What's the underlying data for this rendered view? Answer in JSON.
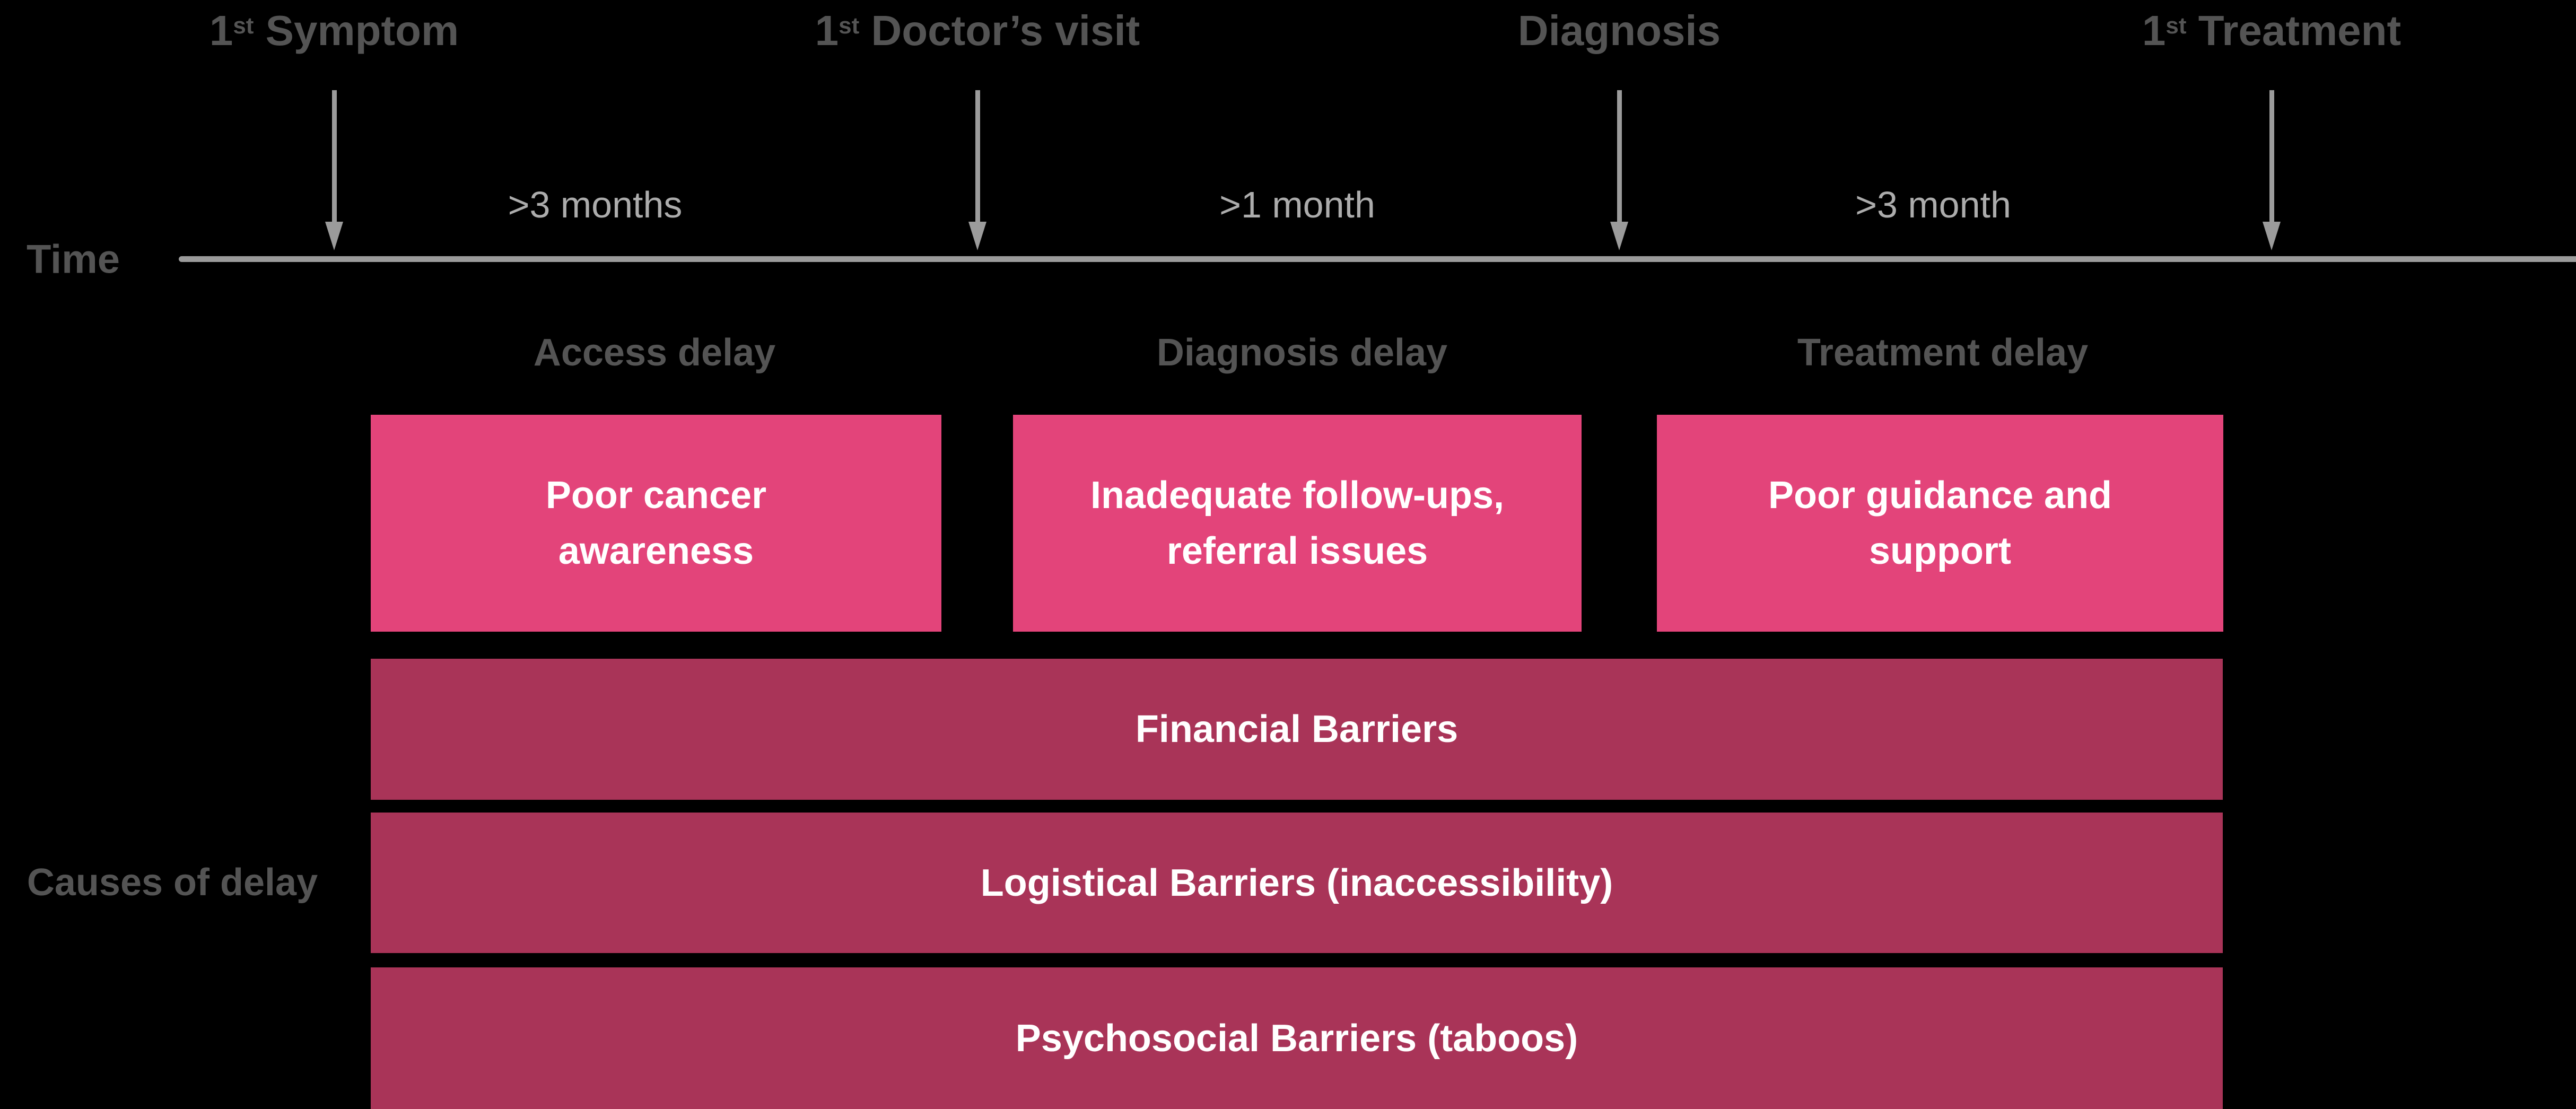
{
  "colors": {
    "background": "#000000",
    "pink_box": "#E3447A",
    "maroon_bar": "#A93458",
    "label_gray": "#545454",
    "interval_gray": "#ACACAC",
    "axis_gray": "#9B9B9B",
    "box_text": "#FFFFFF"
  },
  "timeline": {
    "axis_title": "Time",
    "milestones": [
      {
        "num": "1",
        "sup": "st",
        "rest": " Symptom"
      },
      {
        "num": "1",
        "sup": "st",
        "rest": " Doctor’s visit"
      },
      {
        "num": "",
        "sup": "",
        "rest": "Diagnosis"
      },
      {
        "num": "1",
        "sup": "st",
        "rest": " Treatment"
      }
    ],
    "intervals": [
      ">3 months",
      ">1 month",
      ">3 month"
    ]
  },
  "delays": {
    "column_titles": [
      "Access delay",
      "Diagnosis delay",
      "Treatment delay"
    ],
    "cause_boxes": [
      {
        "line1": "Poor cancer",
        "line2": "awareness"
      },
      {
        "line1": "Inadequate follow-ups,",
        "line2": "referral issues"
      },
      {
        "line1": "Poor guidance and",
        "line2": "support"
      }
    ]
  },
  "causes": {
    "title": "Causes of delay",
    "bars": [
      "Financial Barriers",
      "Logistical Barriers (inaccessibility)",
      "Psychosocial Barriers (taboos)"
    ]
  }
}
